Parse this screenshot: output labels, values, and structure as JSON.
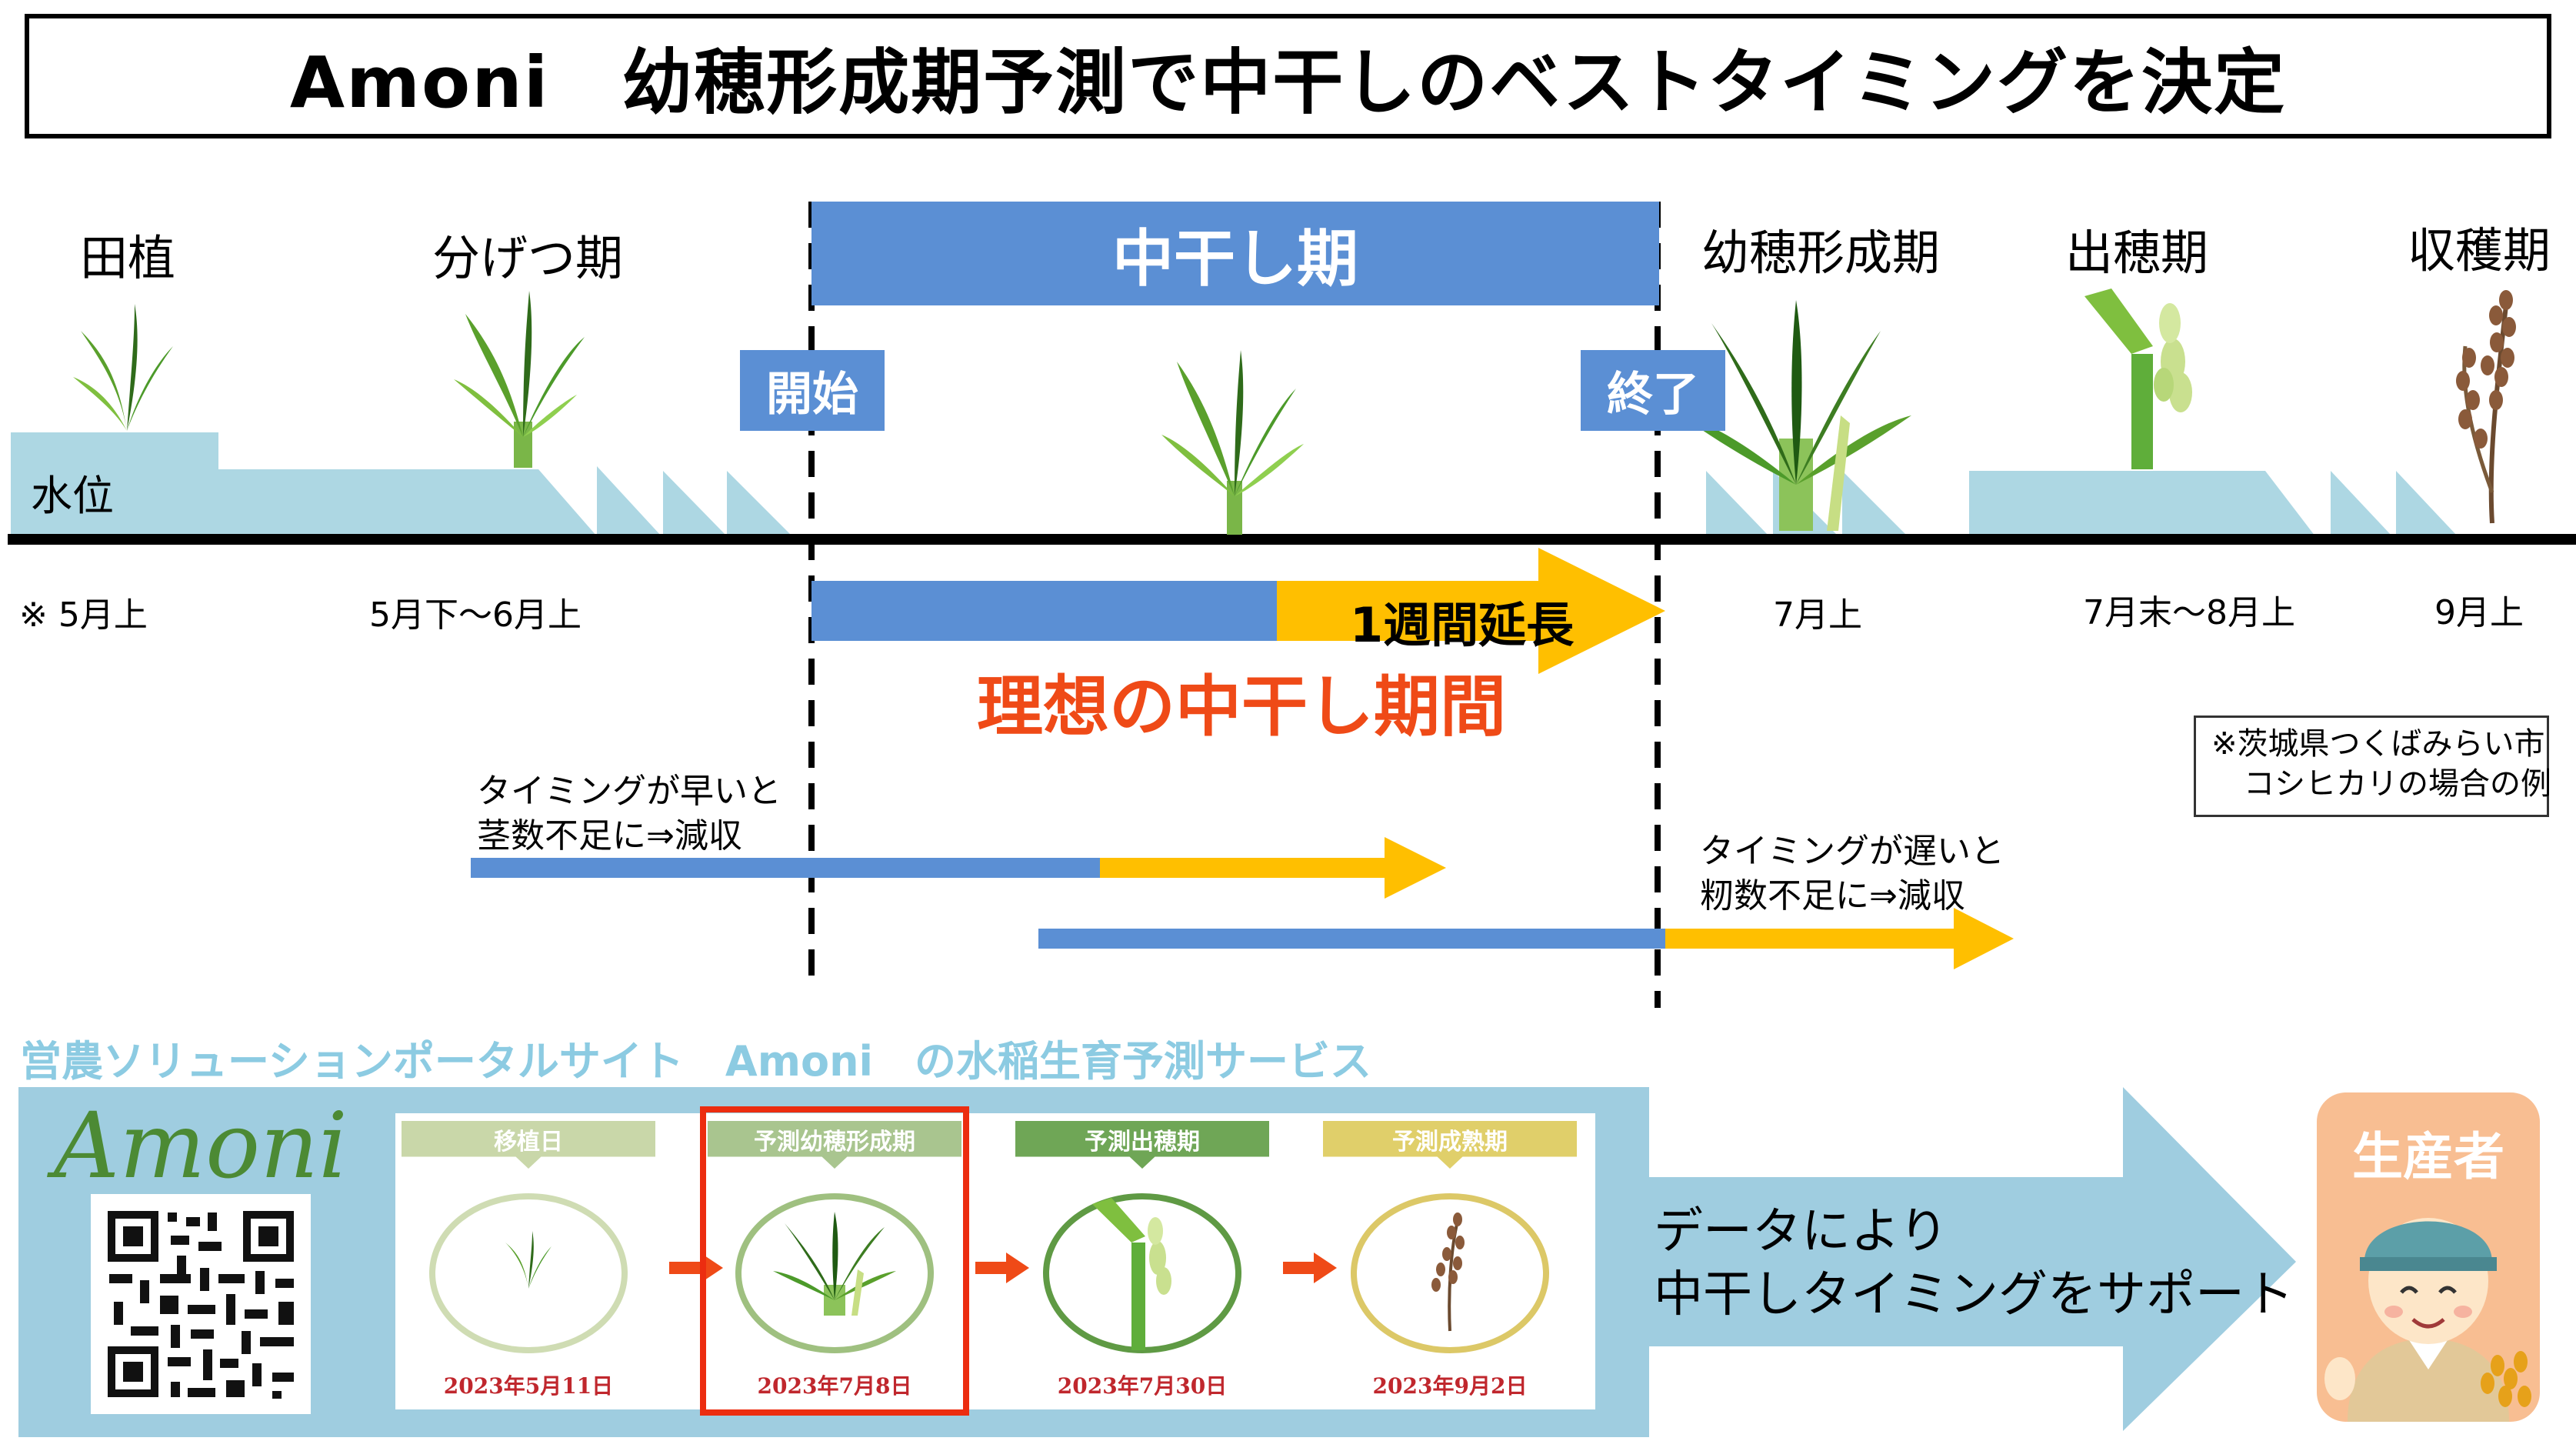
{
  "title": "Amoni　幼穂形成期予測で中干しのベストタイミングを決定",
  "stages": {
    "taue": "田植",
    "bungetsu": "分げつ期",
    "youshi": "幼穂形成期",
    "shussui": "出穂期",
    "shukaku": "収穫期"
  },
  "water_label": "水位",
  "nakaboshi_label": "中干し期",
  "start_label": "開始",
  "end_label": "終了",
  "dates": {
    "taue": "※ 5月上",
    "bungetsu": "5月下～6月上",
    "youshi": "7月上",
    "shussui": "7月末～8月上",
    "shukaku": "9月上"
  },
  "extend_label": "1週間延長",
  "ideal_label": "理想の中干し期間",
  "early": {
    "line1": "タイミングが早いと",
    "line2": "茎数不足に⇒減収"
  },
  "late": {
    "line1": "タイミングが遅いと",
    "line2": "籾数不足に⇒減収"
  },
  "note": {
    "line1": "※茨城県つくばみらい市",
    "line2": "コシヒカリの場合の例"
  },
  "portal_title": "営農ソリューションポータルサイト　Amoni　の水稲生育予測サービス",
  "logo_text": "Amoni",
  "prediction_cells": [
    {
      "header": "移植日",
      "date": "2023年5月11日",
      "color": "#c9d7a9",
      "ring": "#cfdcb3",
      "highlight": false
    },
    {
      "header": "予測幼穂形成期",
      "date": "2023年7月8日",
      "color": "#a9c58f",
      "ring": "#9fc080",
      "highlight": true
    },
    {
      "header": "予測出穂期",
      "date": "2023年7月30日",
      "color": "#6fa656",
      "ring": "#5f9a44",
      "highlight": false
    },
    {
      "header": "予測成熟期",
      "date": "2023年9月2日",
      "color": "#e0cf6a",
      "ring": "#dcc867",
      "highlight": false
    }
  ],
  "support": {
    "line1": "データにより",
    "line2": "中干しタイミングをサポート"
  },
  "producer_label": "生産者",
  "colors": {
    "blue": "#5b8fd4",
    "yellow": "#ffbf00",
    "water": "#add7e3",
    "red": "#ef4a17",
    "panel": "#9fcde0",
    "highlight_frame": "#ec2d10"
  }
}
